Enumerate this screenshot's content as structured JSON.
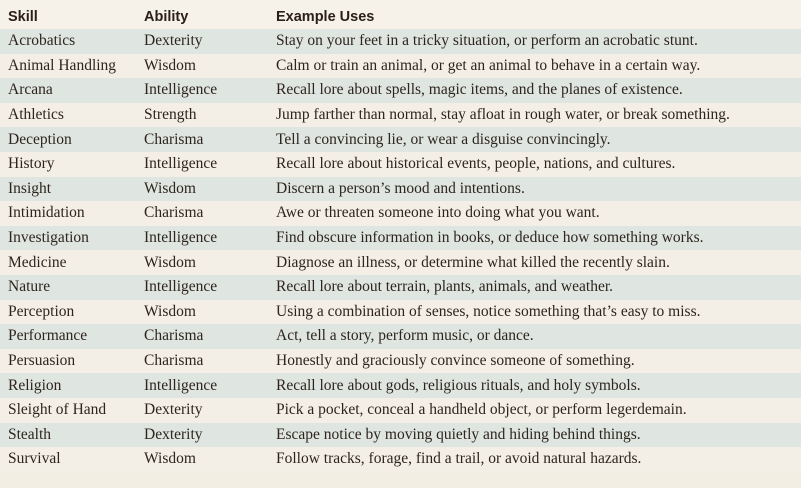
{
  "table": {
    "headers": {
      "skill": "Skill",
      "ability": "Ability",
      "uses": "Example Uses"
    },
    "rows": [
      {
        "skill": "Acrobatics",
        "ability": "Dexterity",
        "uses": "Stay on your feet in a tricky situation, or perform an acrobatic stunt."
      },
      {
        "skill": "Animal Handling",
        "ability": "Wisdom",
        "uses": "Calm or train an animal, or get an animal to behave in a certain way."
      },
      {
        "skill": "Arcana",
        "ability": "Intelligence",
        "uses": "Recall lore about spells, magic items, and the planes of existence."
      },
      {
        "skill": "Athletics",
        "ability": "Strength",
        "uses": "Jump farther than normal, stay afloat in rough water, or break something."
      },
      {
        "skill": "Deception",
        "ability": "Charisma",
        "uses": "Tell a convincing lie, or wear a disguise convincingly."
      },
      {
        "skill": "History",
        "ability": "Intelligence",
        "uses": "Recall lore about historical events, people, nations, and cultures."
      },
      {
        "skill": "Insight",
        "ability": "Wisdom",
        "uses": "Discern a person’s mood and intentions."
      },
      {
        "skill": "Intimidation",
        "ability": "Charisma",
        "uses": "Awe or threaten someone into doing what you want."
      },
      {
        "skill": "Investigation",
        "ability": "Intelligence",
        "uses": "Find obscure information in books, or deduce how something works."
      },
      {
        "skill": "Medicine",
        "ability": "Wisdom",
        "uses": "Diagnose an illness, or determine what killed the recently slain."
      },
      {
        "skill": "Nature",
        "ability": "Intelligence",
        "uses": "Recall lore about terrain, plants, animals, and weather."
      },
      {
        "skill": "Perception",
        "ability": "Wisdom",
        "uses": "Using a combination of senses, notice something that’s easy to miss."
      },
      {
        "skill": "Performance",
        "ability": "Charisma",
        "uses": "Act, tell a story, perform music, or dance."
      },
      {
        "skill": "Persuasion",
        "ability": "Charisma",
        "uses": "Honestly and graciously convince someone of something."
      },
      {
        "skill": "Religion",
        "ability": "Intelligence",
        "uses": "Recall lore about gods, religious rituals, and holy symbols."
      },
      {
        "skill": "Sleight of Hand",
        "ability": "Dexterity",
        "uses": "Pick a pocket, conceal a handheld object, or perform legerdemain."
      },
      {
        "skill": "Stealth",
        "ability": "Dexterity",
        "uses": "Escape notice by moving quietly and hiding behind things."
      },
      {
        "skill": "Survival",
        "ability": "Wisdom",
        "uses": "Follow tracks, forage, find a trail, or avoid natural hazards."
      }
    ]
  },
  "colors": {
    "stripe": "#dfe6e2",
    "paper": "#f3efe6",
    "text": "#2e241d"
  }
}
